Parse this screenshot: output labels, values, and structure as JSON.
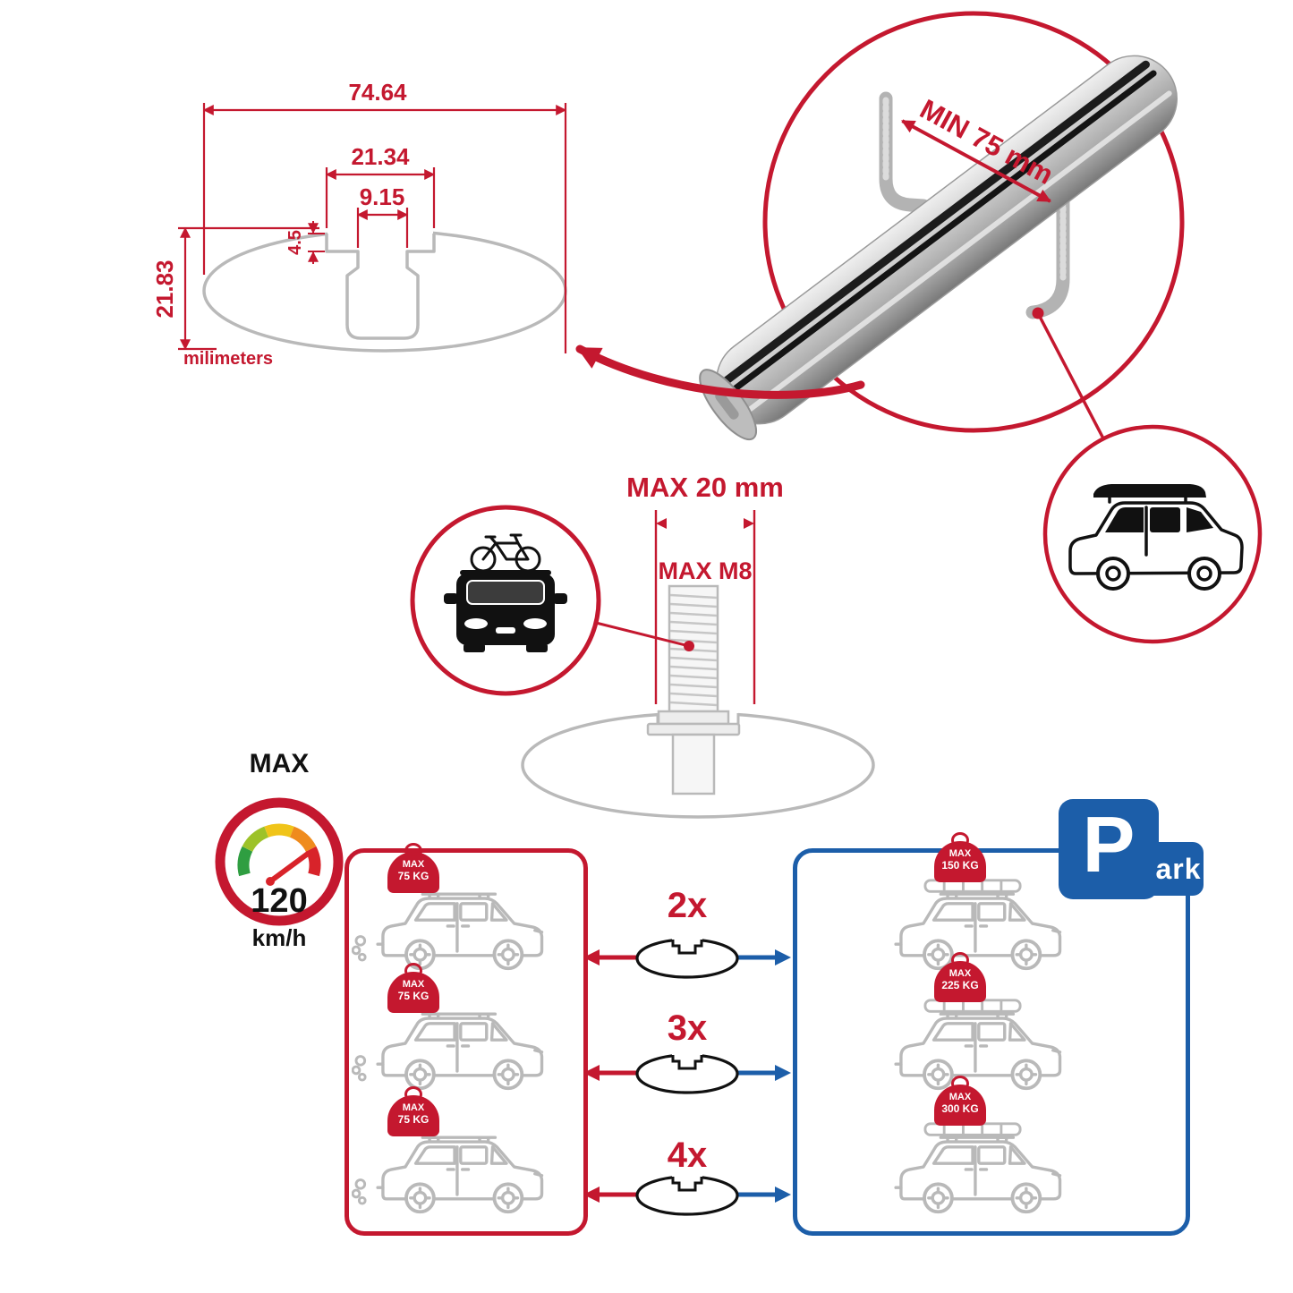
{
  "colors": {
    "accent_red": "#c4182f",
    "accent_blue": "#1c5ea9",
    "drawing_gray": "#b9b9b9",
    "line_black": "#111111"
  },
  "gauge_segment_colors": [
    "#2f9e41",
    "#9dc229",
    "#f0c419",
    "#ef8b1d",
    "#d8232a"
  ],
  "profile_drawing": {
    "dim_total_width": "74.64",
    "dim_step_width": "21.34",
    "dim_slot_width": "9.15",
    "dim_step_depth": "4.5",
    "dim_height": "21.83",
    "units_label": "milimeters"
  },
  "bar_callout": {
    "min_spacing_label": "MIN 75 mm"
  },
  "bolt_callout": {
    "max_width_label": "MAX 20 mm",
    "max_thread_label": "MAX M8"
  },
  "speed_limit": {
    "title": "MAX",
    "value": "120",
    "unit": "km/h"
  },
  "load_diagram": {
    "multipliers": [
      {
        "label": "2x"
      },
      {
        "label": "3x"
      },
      {
        "label": "4x"
      }
    ],
    "driving_loads": [
      {
        "max_label": "MAX",
        "weight": "75 KG"
      },
      {
        "max_label": "MAX",
        "weight": "75 KG"
      },
      {
        "max_label": "MAX",
        "weight": "75 KG"
      }
    ],
    "parked_loads": [
      {
        "max_label": "MAX",
        "weight": "150 KG"
      },
      {
        "max_label": "MAX",
        "weight": "225 KG"
      },
      {
        "max_label": "MAX",
        "weight": "300 KG"
      }
    ],
    "park_sign": {
      "letter": "P",
      "suffix": "ark"
    }
  },
  "icons": {
    "speedometer": "gauge-icon",
    "bicycle": "bicycle-icon",
    "car_front": "car-front-silhouette-icon",
    "suv_side": "suv-side-outline-icon",
    "suv_roofbox": "suv-with-roofbox-icon",
    "crossbar_section": "crossbar-cross-section-icon",
    "parking": "parking-sign-icon",
    "mounting_hook": "mounting-hook-icon",
    "bolt": "threaded-bolt-icon"
  }
}
